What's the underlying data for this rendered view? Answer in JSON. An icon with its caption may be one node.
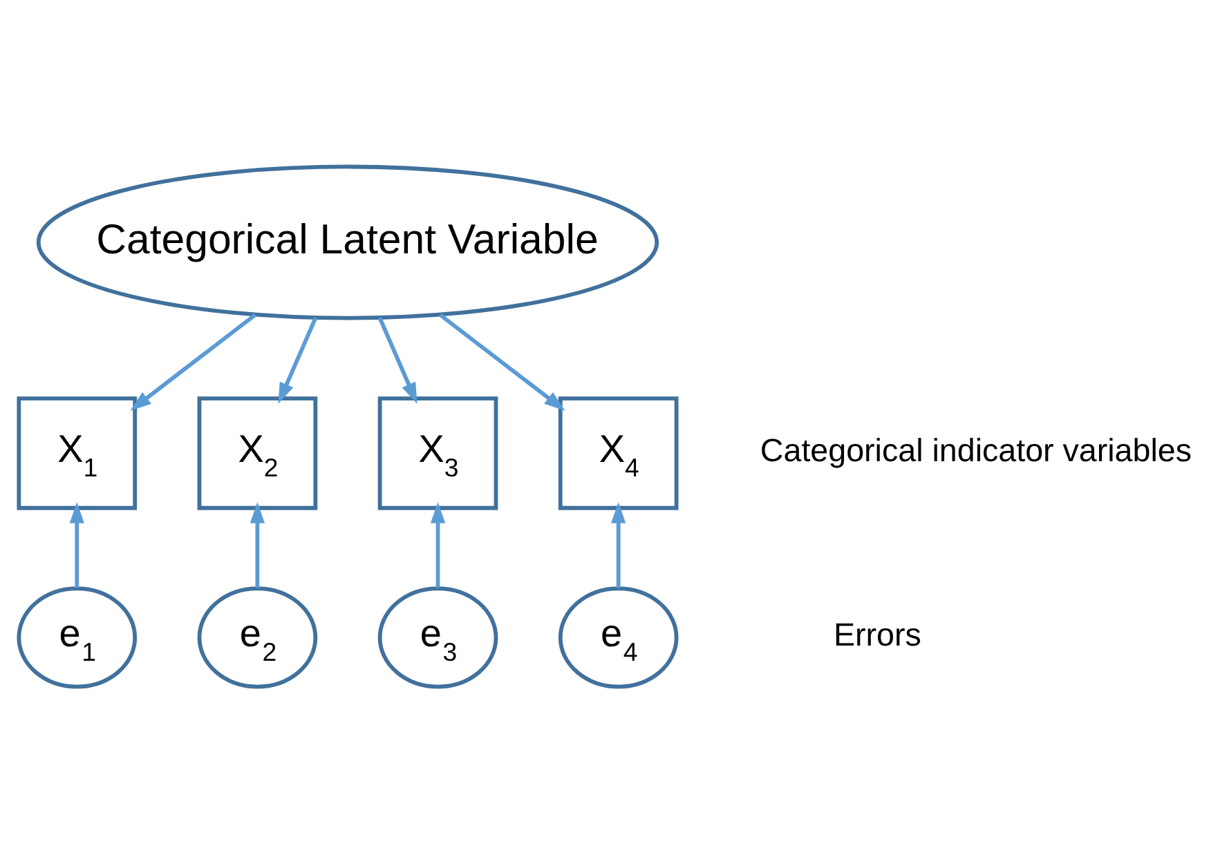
{
  "diagram": {
    "nodes": [
      {
        "text": [
          "Categorical Latent Variable"
        ]
      },
      {
        "text": [
          "X$_{1}$"
        ]
      },
      {
        "text": [
          "X$_{2}$"
        ]
      },
      {
        "text": [
          "X$_{3}$"
        ]
      },
      {
        "text": [
          "X$_{4}$"
        ]
      },
      {
        "text": [
          "e$_{1}$"
        ]
      },
      {
        "text": [
          "e$_{2}$"
        ]
      },
      {
        "text": [
          "e$_{3}$"
        ]
      },
      {
        "text": [
          "e$_{4}$"
        ]
      }
    ],
    "edges": [
      {
        "from": 0,
        "to": 1,
        "arrow": "to"
      },
      {
        "from": 0,
        "to": 2,
        "arrow": "to"
      },
      {
        "from": 0,
        "to": 3,
        "arrow": "to"
      },
      {
        "from": 0,
        "to": 4,
        "arrow": "to"
      },
      {
        "from": 5,
        "to": 1,
        "arrow": "to"
      },
      {
        "from": 6,
        "to": 2,
        "arrow": "to"
      },
      {
        "from": 7,
        "to": 3,
        "arrow": "to"
      },
      {
        "from": 8,
        "to": 4,
        "arrow": "to"
      }
    ],
    "labels": [
      "Categorical indicator variables",
      "Errors"
    ]
  }
}
